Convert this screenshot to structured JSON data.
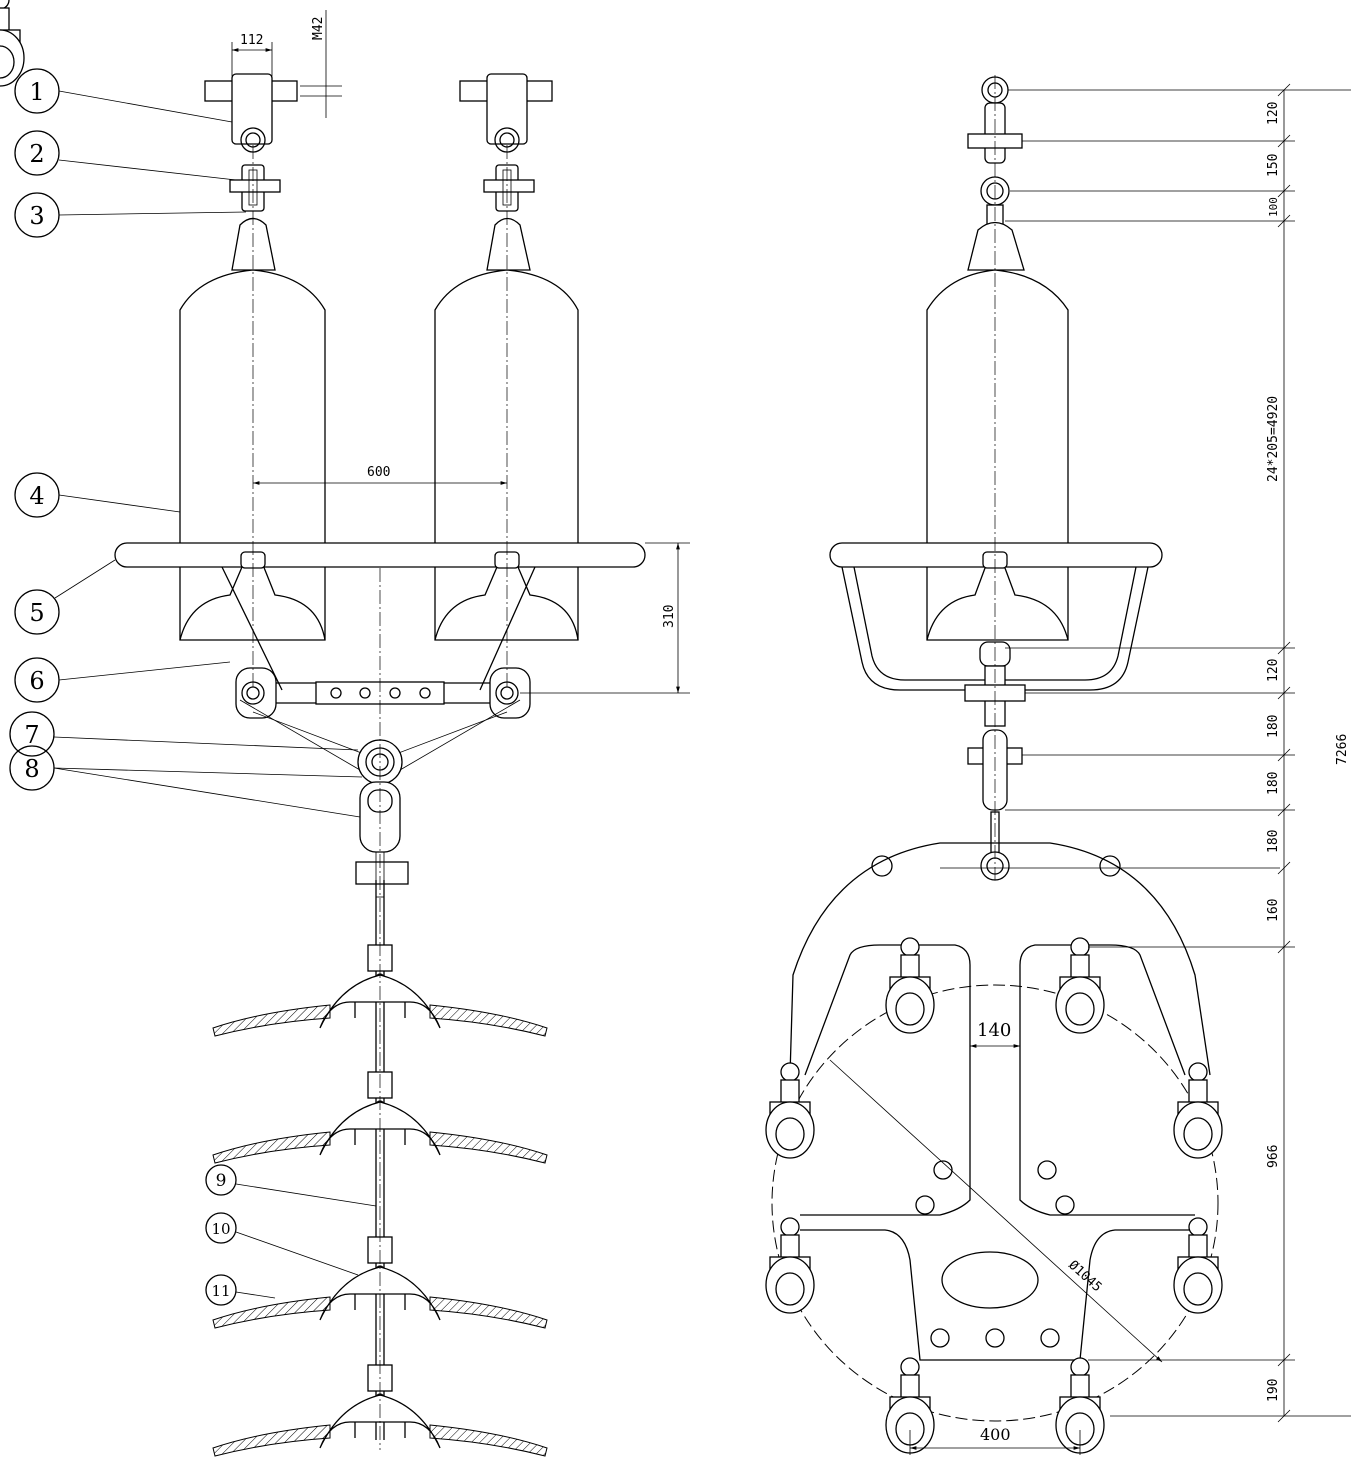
{
  "drawing": {
    "left_view": {
      "dims": {
        "bolt_width": "112",
        "bolt_size": "M42",
        "spacing": "600",
        "ring_offset": "310"
      },
      "balloons": [
        "1",
        "2",
        "3",
        "4",
        "5",
        "6",
        "7",
        "8",
        "9",
        "10",
        "11"
      ]
    },
    "right_view": {
      "dims": {
        "d1": "120",
        "d2": "150",
        "d3": "100",
        "d4": "24*205=4920",
        "d5": "120",
        "d6": "180",
        "d7": "180",
        "d8": "180",
        "d9": "160",
        "d10": "966",
        "d11": "190",
        "total": "7266",
        "gap": "140",
        "bottom_width": "400",
        "diameter": "Ø1045"
      }
    }
  }
}
